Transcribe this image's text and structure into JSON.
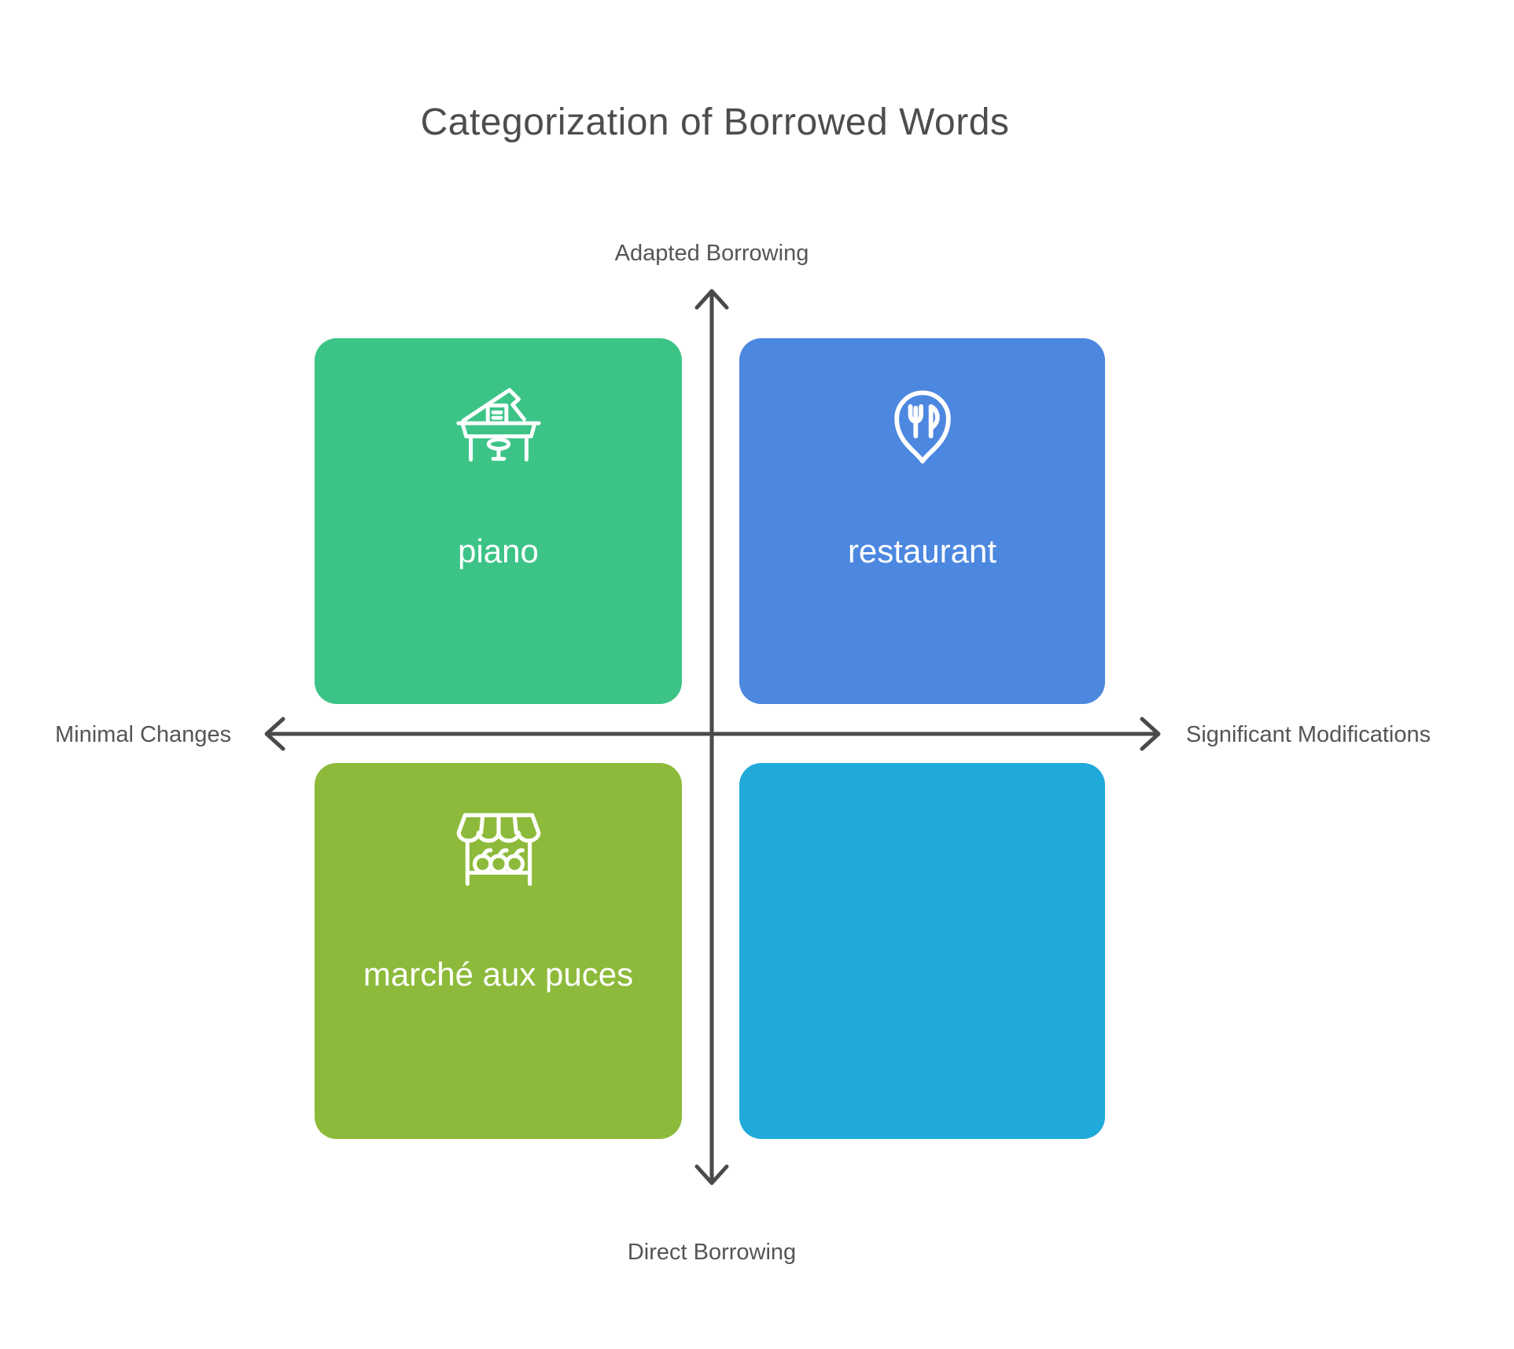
{
  "title": "Categorization of Borrowed Words",
  "axes": {
    "top_label": "Adapted Borrowing",
    "bottom_label": "Direct Borrowing",
    "left_label": "Minimal Changes",
    "right_label": "Significant Modifications",
    "line_color": "#4a4a4a"
  },
  "quadrants": {
    "top_left": {
      "label": "piano",
      "icon": "grand-piano-icon",
      "color": "#3cc487"
    },
    "top_right": {
      "label": "restaurant",
      "icon": "restaurant-location-pin-icon",
      "color": "#4c87e0"
    },
    "bottom_left": {
      "label": "marché aux puces",
      "icon": "market-stall-icon",
      "color": "#8dba3b"
    },
    "bottom_right": {
      "label": "",
      "icon": "",
      "color": "#20aad9"
    }
  },
  "text_colors": {
    "title": "#4d4d4d",
    "axis_labels": "#555555",
    "quadrant_label": "#ffffff"
  }
}
